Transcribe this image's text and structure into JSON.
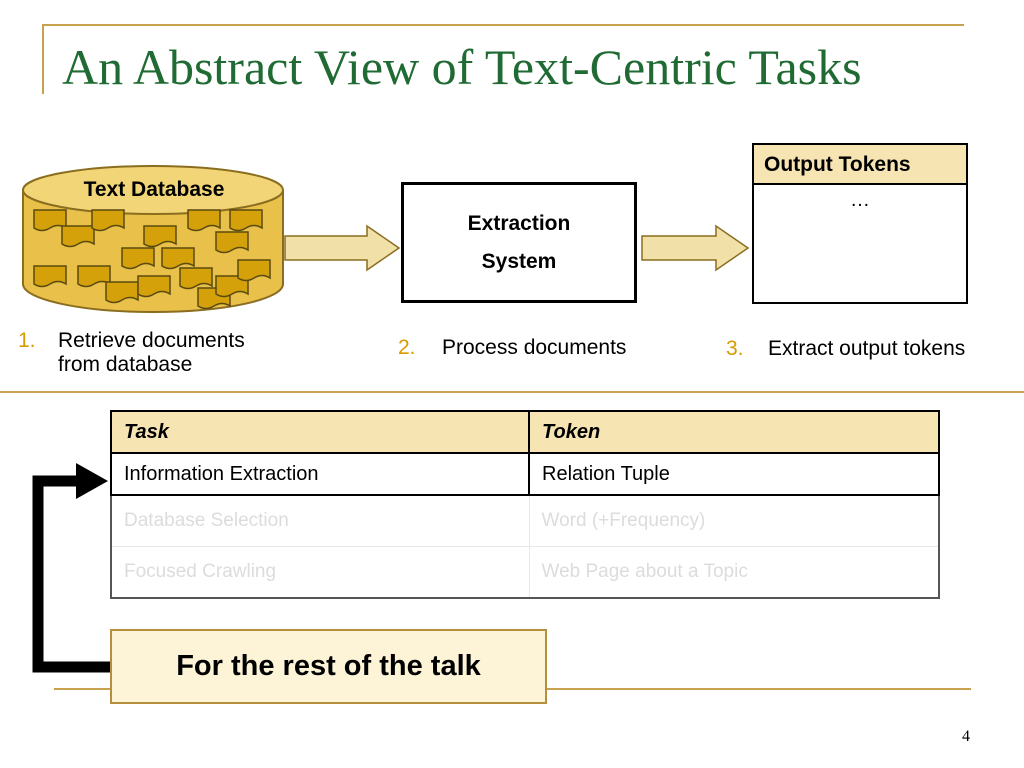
{
  "slide": {
    "title": "An Abstract View of Text-Centric Tasks",
    "page_number": "4"
  },
  "database": {
    "label": "Text Database",
    "fill_color": "#e8c04a",
    "document_color": "#d4a10b"
  },
  "extraction": {
    "line1": "Extraction",
    "line2": "System"
  },
  "output": {
    "header": "Output Tokens",
    "body": "…"
  },
  "steps": [
    {
      "number": "1.",
      "line1": "Retrieve documents",
      "line2": "from database"
    },
    {
      "number": "2.",
      "text": "Process documents"
    },
    {
      "number": "3.",
      "text": "Extract output tokens"
    }
  ],
  "table": {
    "headers": [
      "Task",
      "Token"
    ],
    "rows": [
      {
        "task": "Information Extraction",
        "token": "Relation Tuple"
      },
      {
        "task": "Database Selection",
        "token": "Word (+Frequency)"
      },
      {
        "task": "Focused Crawling",
        "token": "Web Page about a Topic"
      }
    ]
  },
  "callout": {
    "text": "For the rest of the talk"
  },
  "colors": {
    "title": "#1f6b33",
    "accent_rule": "#c8a14e",
    "step_number": "#d79b00",
    "header_fill": "#f7e4b3",
    "arrow_fill": "#f1e0a8"
  }
}
